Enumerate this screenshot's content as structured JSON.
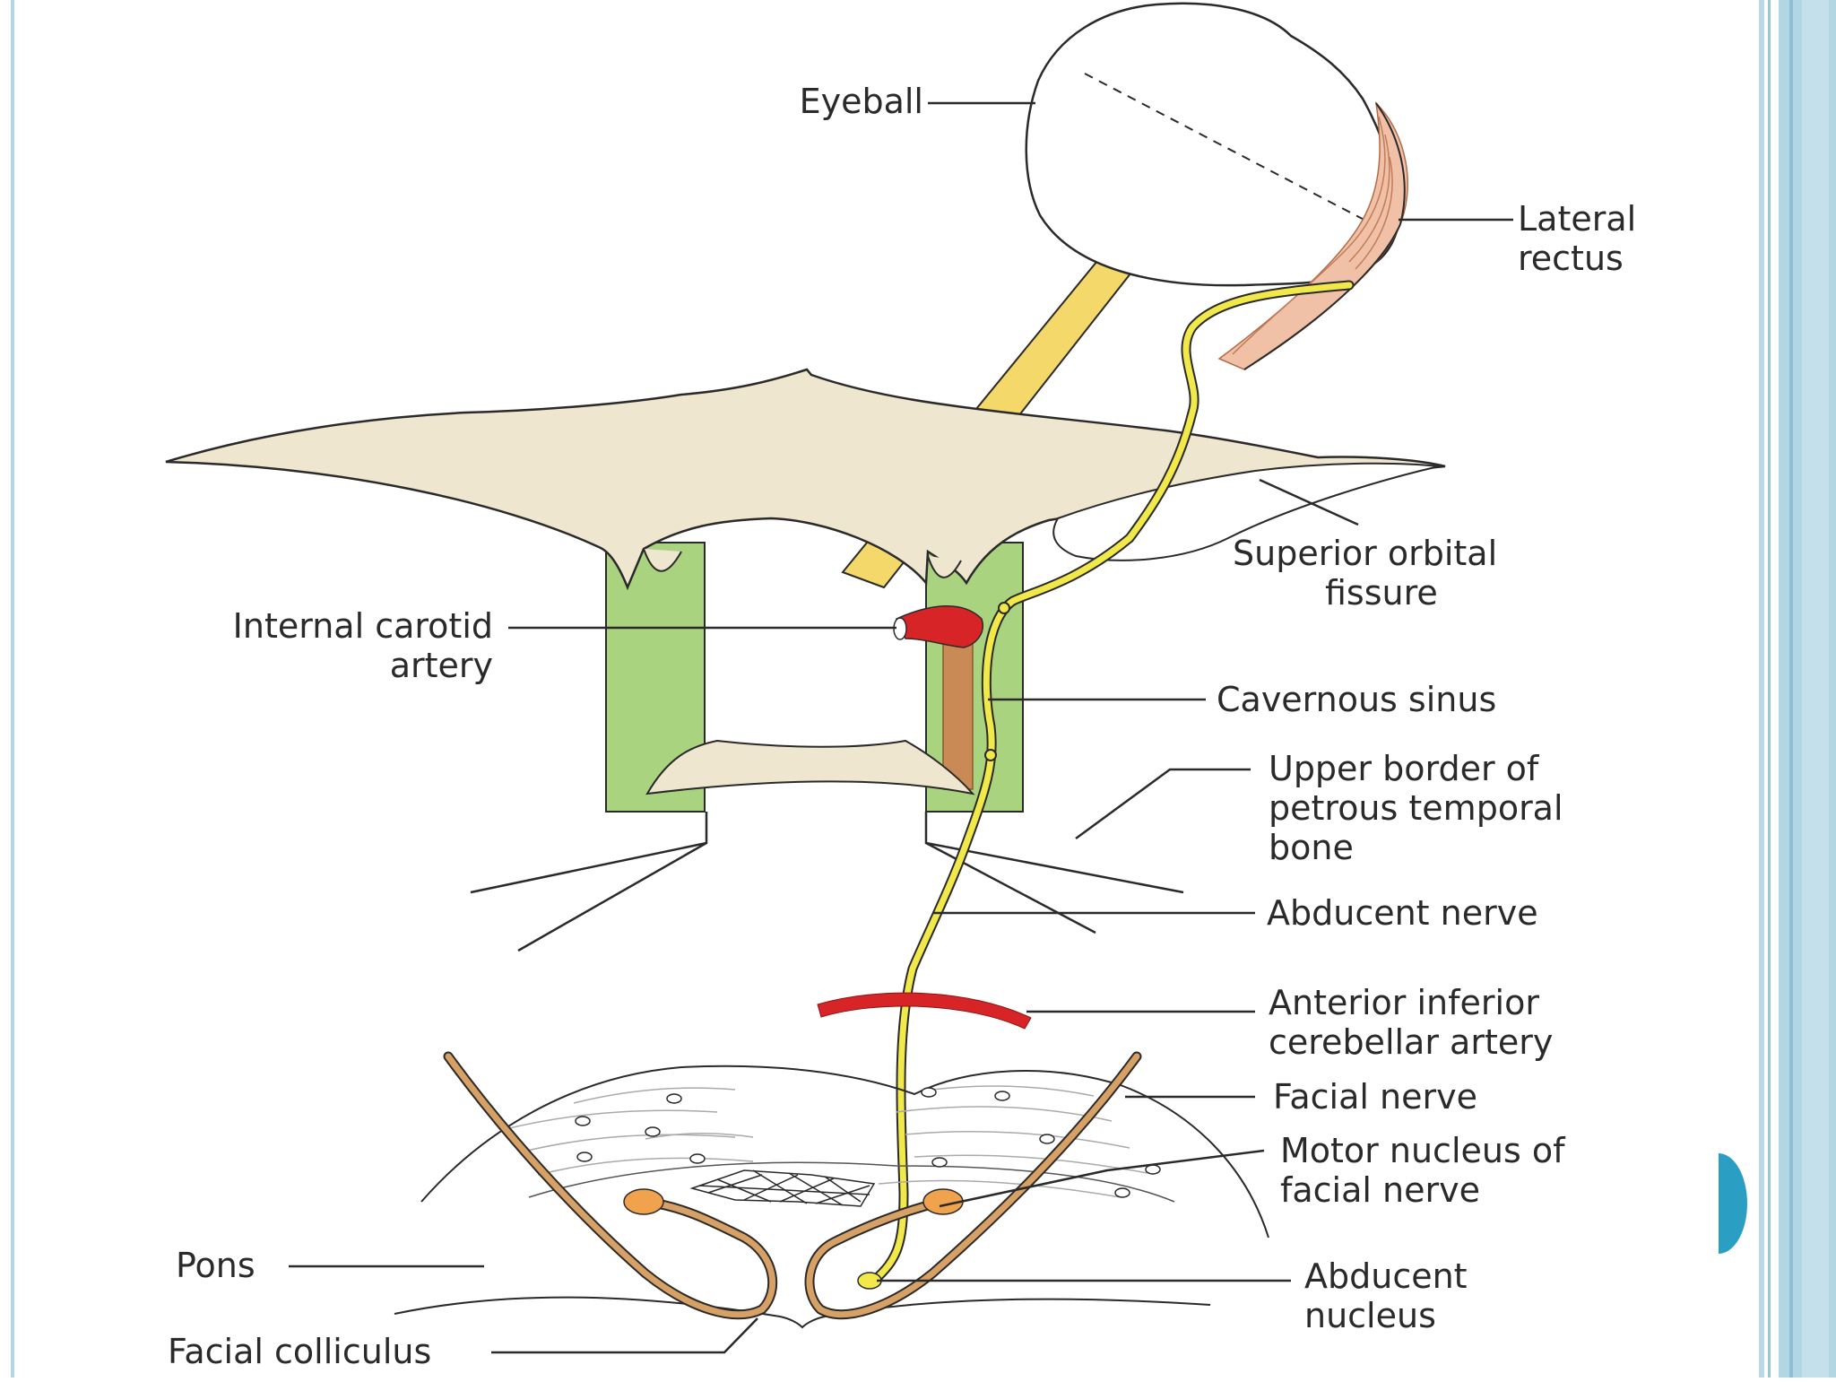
{
  "labels": {
    "eyeball": "Eyeball",
    "lateral_rectus_1": "Lateral",
    "lateral_rectus_2": "rectus",
    "superior_orbital_fissure_1": "Superior orbital",
    "superior_orbital_fissure_2": "fissure",
    "internal_carotid_1": "Internal carotid",
    "internal_carotid_2": "artery",
    "cavernous_sinus": "Cavernous sinus",
    "petrous_1": "Upper border of",
    "petrous_2": "petrous temporal",
    "petrous_3": "bone",
    "abducent_nerve": "Abducent nerve",
    "aica_1": "Anterior inferior",
    "aica_2": "cerebellar artery",
    "facial_nerve": "Facial nerve",
    "motor_nucleus_1": "Motor nucleus of",
    "motor_nucleus_2": "facial nerve",
    "pons": "Pons",
    "abducent_nucleus_1": "Abducent",
    "abducent_nucleus_2": "nucleus",
    "facial_colliculus": "Facial colliculus"
  },
  "colors": {
    "bone": "#efe6cf",
    "sinus": "#a9d37f",
    "nerve": "#f1e84a",
    "optic_nerve": "#f4d86a",
    "artery": "#d62427",
    "carotid_segment": "#c98a55",
    "facial_nerve": "#d7a064",
    "nucleus": "#f1a24d",
    "muscle": "#f0c1a6",
    "frame": "#a9cfe0",
    "nav": "#2b9fc3"
  }
}
